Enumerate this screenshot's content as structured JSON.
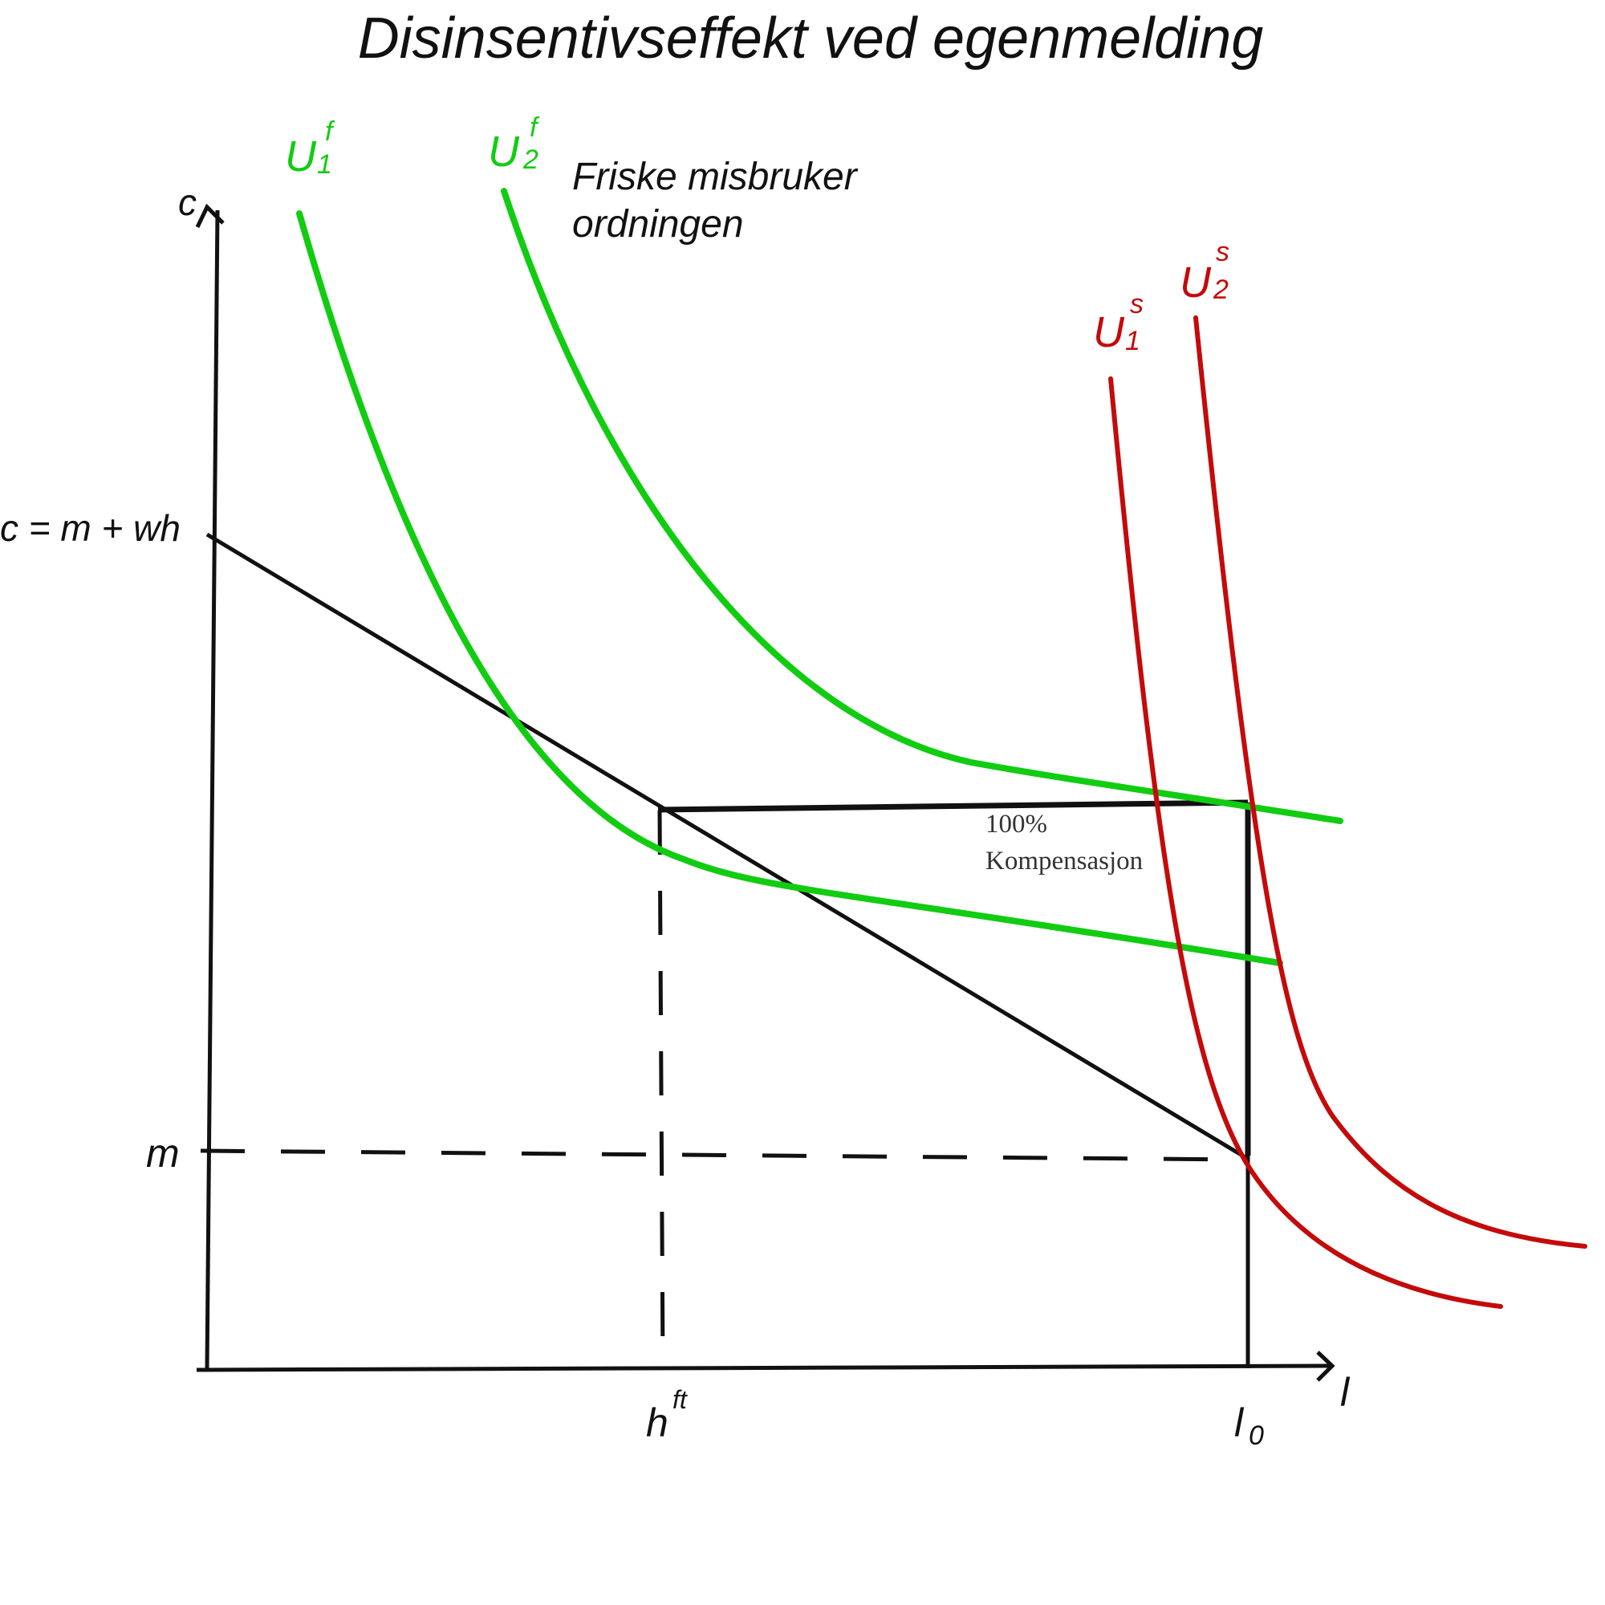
{
  "title": "Disinsentivseffekt ved egenmelding",
  "axes": {
    "y_label": "c",
    "x_label": "l"
  },
  "labels": {
    "budget_line": "c = m + wh",
    "m": "m",
    "h_ft": {
      "base": "h",
      "sup": "ft"
    },
    "l0": {
      "base": "l",
      "sub": "0"
    },
    "annotation": [
      "Friske misbruker",
      "ordningen"
    ],
    "compensation": [
      "100%",
      "Kompensasjon"
    ]
  },
  "curves": {
    "U1f": {
      "base": "U",
      "sub": "1",
      "sup": "f",
      "color": "#12cc12"
    },
    "U2f": {
      "base": "U",
      "sub": "2",
      "sup": "f",
      "color": "#12cc12"
    },
    "U1s": {
      "base": "U",
      "sub": "1",
      "sup": "s",
      "color": "#c40a0a"
    },
    "U2s": {
      "base": "U",
      "sub": "2",
      "sup": "s",
      "color": "#c40a0a"
    }
  },
  "colors": {
    "healthy": "#12cc12",
    "sick": "#c40a0a",
    "axes": "#111111"
  }
}
